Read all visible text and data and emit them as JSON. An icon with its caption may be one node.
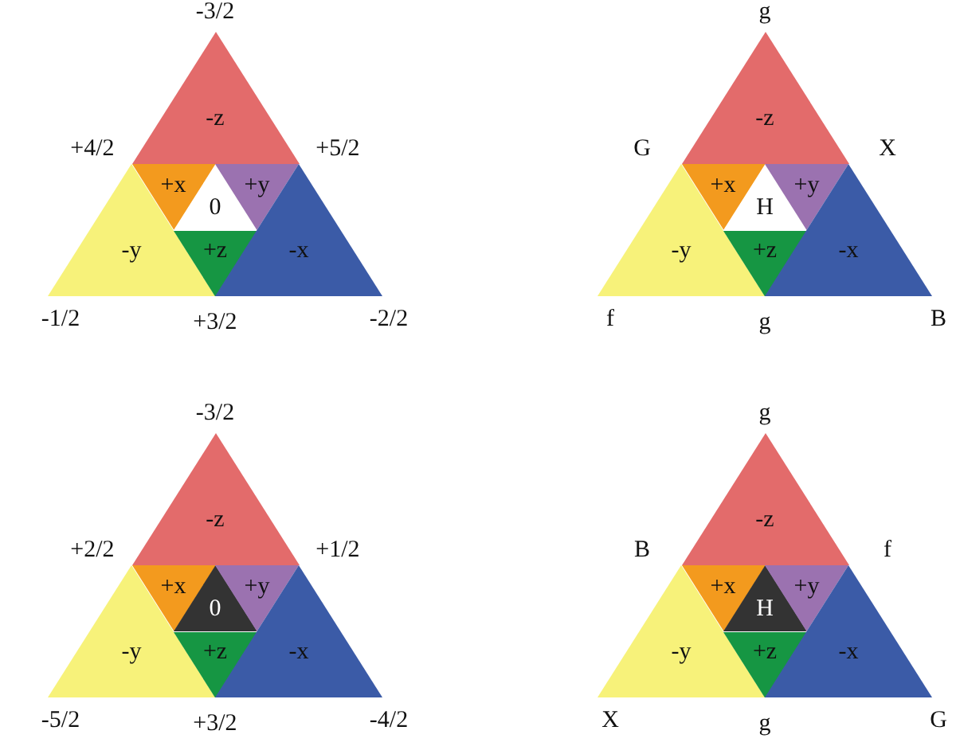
{
  "diagram": {
    "nodes": [
      {
        "text": [
          "-z"
        ]
      },
      {
        "text": [
          "+x"
        ]
      },
      {
        "text": [
          "0"
        ]
      },
      {
        "text": [
          "+y"
        ]
      },
      {
        "text": [
          "-y"
        ]
      },
      {
        "text": [
          "+z"
        ]
      },
      {
        "text": [
          "-x"
        ]
      },
      {
        "text": [
          "-z"
        ]
      },
      {
        "text": [
          "+x"
        ]
      },
      {
        "text": [
          "H"
        ]
      },
      {
        "text": [
          "+y"
        ]
      },
      {
        "text": [
          "-y"
        ]
      },
      {
        "text": [
          "+z"
        ]
      },
      {
        "text": [
          "-x"
        ]
      },
      {
        "text": [
          "-z"
        ]
      },
      {
        "text": [
          "+x"
        ]
      },
      {
        "text": [
          "0"
        ]
      },
      {
        "text": [
          "+y"
        ]
      },
      {
        "text": [
          "-y"
        ]
      },
      {
        "text": [
          "+z"
        ]
      },
      {
        "text": [
          "-x"
        ]
      },
      {
        "text": [
          "-z"
        ]
      },
      {
        "text": [
          "+x"
        ]
      },
      {
        "text": [
          "H"
        ]
      },
      {
        "text": [
          "+y"
        ]
      },
      {
        "text": [
          "-y"
        ]
      },
      {
        "text": [
          "+z"
        ]
      },
      {
        "text": [
          "-x"
        ]
      }
    ],
    "edges": [],
    "labels": [
      "-3/2",
      "+4/2",
      "+5/2",
      "-1/2",
      "+3/2",
      "-2/2",
      "g",
      "G",
      "X",
      "f",
      "g",
      "B",
      "-3/2",
      "+2/2",
      "+1/2",
      "-5/2",
      "+3/2",
      "-4/2",
      "g",
      "B",
      "f",
      "X",
      "g",
      "G"
    ]
  }
}
